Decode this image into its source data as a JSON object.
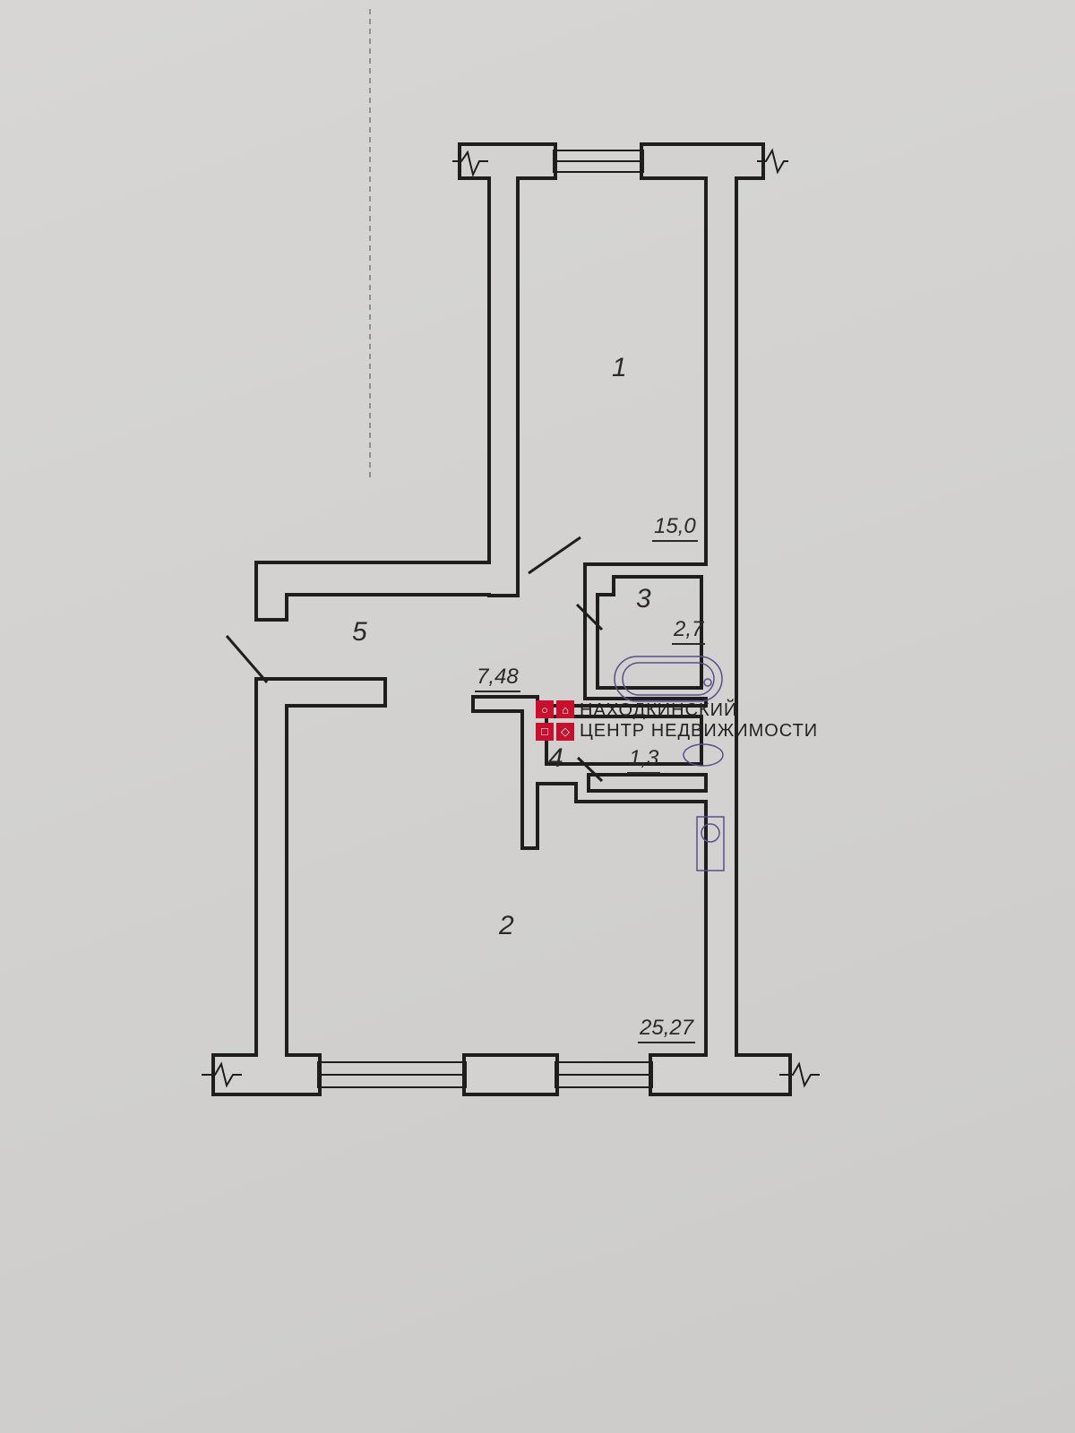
{
  "rooms": [
    {
      "number": "1",
      "area": "15,0"
    },
    {
      "number": "2",
      "area": "25,27"
    },
    {
      "number": "3",
      "area": "2,7"
    },
    {
      "number": "4",
      "area": "1,3"
    },
    {
      "number": "5",
      "area": "7,48"
    }
  ],
  "watermark": {
    "line1": "НАХОДКИНСКИЙ",
    "line2": "ЦЕНТР НЕДВИЖИМОСТИ",
    "brand_color": "#c8102e"
  },
  "colors": {
    "wall": "#1e1e1e",
    "fixture": "#5a4e8c"
  }
}
